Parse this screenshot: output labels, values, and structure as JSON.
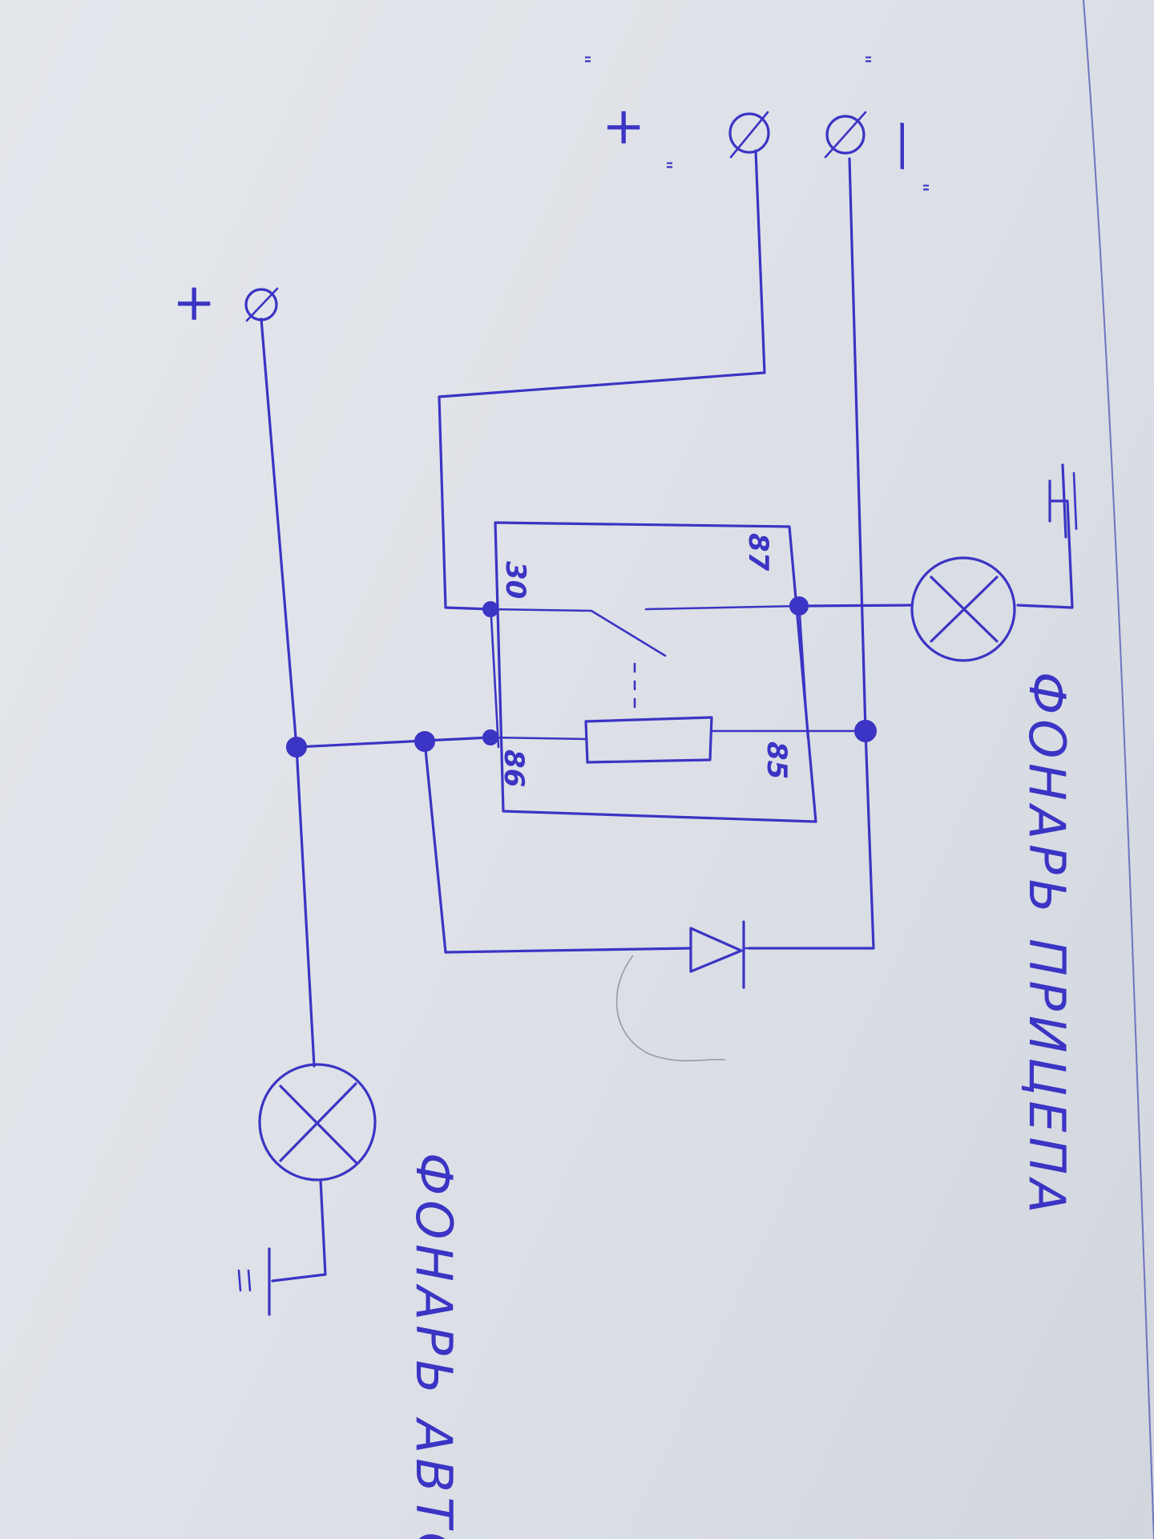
{
  "diagram": {
    "relay_terminals": {
      "t30": "30",
      "t87": "87",
      "t85": "85",
      "t86": "86"
    },
    "signs": {
      "plus_main": "+",
      "plus_lamp": "+",
      "minus_lamp": "—",
      "ditto_1": "\"",
      "ditto_2": "\"",
      "ditto_3": "\"",
      "ditto_4": "\""
    },
    "captions": {
      "trailer_lamp": "ФОНАРЬ ПРИЦЕПА",
      "car_lamp": "ФОНАРЬ АВТО"
    },
    "ink_color": "#3b34c4",
    "paper_color": "#dfe2e8"
  }
}
